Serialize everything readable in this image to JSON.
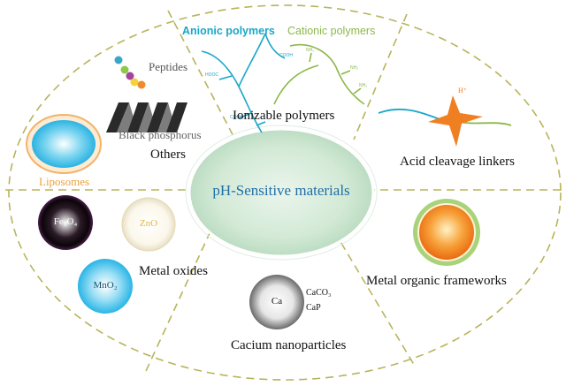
{
  "center": {
    "label": "pH-Sensitive materials"
  },
  "polymers": {
    "anionic_label": "Anionic polymers",
    "cationic_label": "Cationic polymers",
    "cooh": "COOH",
    "nh2": "NH₂",
    "hooc": "HOOC"
  },
  "sections": {
    "ionizable": "Ionizable polymers",
    "acid": "Acid cleavage linkers",
    "others": "Others",
    "metal_oxides": "Metal oxides",
    "mof": "Metal organic frameworks",
    "calcium": "Cacium nanoparticles"
  },
  "others": {
    "peptides": "Peptides",
    "black_phosphorus": "Black phosphorus",
    "liposomes": "Liposomes"
  },
  "oxides": {
    "fe3o4": "Fe₃O₄",
    "zno": "ZnO",
    "mno2": "MnO₂"
  },
  "calcium": {
    "ca": "Ca",
    "caco3": "CaCO₃",
    "cap": "CaP"
  },
  "acid_linker": {
    "proton": "H⁺"
  },
  "colors": {
    "dash": "#b8b45a",
    "anionic": "#1aa7c9",
    "cationic": "#8cb84a",
    "center_text": "#1f6fa8",
    "liposome_text": "#e9a23b",
    "zno_text": "#e4b44a"
  }
}
